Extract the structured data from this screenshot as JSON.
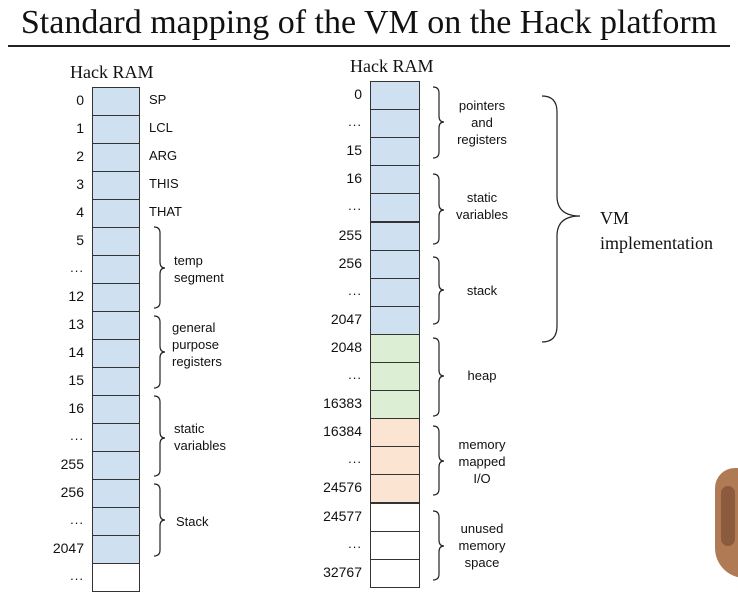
{
  "title": "Standard mapping of the VM on the Hack platform",
  "colors": {
    "blue": "#cfe0f1",
    "green": "#dcefd5",
    "orange": "#fbe4d2",
    "white": "#ffffff",
    "border": "#333333"
  },
  "left_ram": {
    "title": "Hack RAM",
    "addresses": [
      "0",
      "1",
      "2",
      "3",
      "4",
      "5",
      "...",
      "12",
      "13",
      "14",
      "15",
      "16",
      "...",
      "255",
      "256",
      "...",
      "2047",
      "..."
    ],
    "registers": [
      "SP",
      "LCL",
      "ARG",
      "THIS",
      "THAT"
    ],
    "segments": [
      {
        "label": "temp\nsegment"
      },
      {
        "label": "general\npurpose\nregisters"
      },
      {
        "label": "static\nvariables"
      },
      {
        "label": "Stack"
      }
    ]
  },
  "right_ram": {
    "title": "Hack RAM",
    "addresses": [
      "0",
      "...",
      "15",
      "16",
      "...",
      "255",
      "256",
      "...",
      "2047",
      "2048",
      "...",
      "16383",
      "16384",
      "...",
      "24576",
      "24577",
      "...",
      "32767"
    ],
    "segments": [
      {
        "label": "pointers\nand\nregisters"
      },
      {
        "label": "static\nvariables"
      },
      {
        "label": "stack"
      },
      {
        "label": "heap"
      },
      {
        "label": "memory\nmapped\nI/O"
      },
      {
        "label": "unused\nmemory\nspace"
      }
    ],
    "vm_label": "VM\nimplementation"
  }
}
